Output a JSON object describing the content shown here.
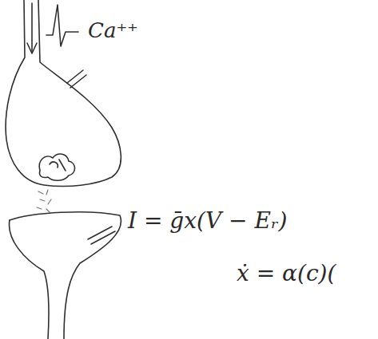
{
  "diagram": {
    "labels": [
      "Ca⁺⁺",
      "I = ḡx(V − Eᵣ)",
      "ẋ = α(c)("
    ]
  }
}
